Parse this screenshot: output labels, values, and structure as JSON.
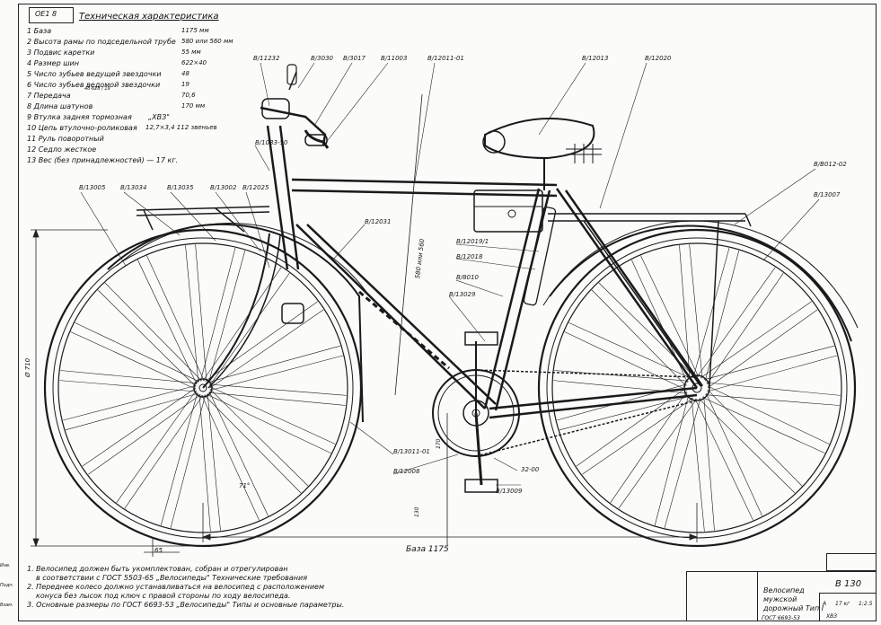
{
  "stamp": "OE1 8",
  "spec_title": "Техническая характеристика",
  "specs": [
    {
      "label": "1 База",
      "value": "1175 мм"
    },
    {
      "label": "2 Высота рамы по подседельной трубе",
      "value": "580 или 560 мм"
    },
    {
      "label": "3 Подвис каретки",
      "value": "55 мм"
    },
    {
      "label": "4 Размер шин",
      "value": "622×40"
    },
    {
      "label": "5 Число зубьев ведущей звездочки",
      "value": "48"
    },
    {
      "label": "6 Число зубьев ведомой звездочки",
      "value": "19"
    },
    {
      "label": "7 Передача",
      "value": "70,6"
    },
    {
      "label": "8 Длина шатунов",
      "value": "170 мм"
    },
    {
      "label": "9 Втулка задняя тормозная",
      "value": "„ХВЗ\""
    },
    {
      "label": "10 Цепь втулочно-роликовая",
      "value": "12,7×3,4   112 звеньев"
    },
    {
      "label": "11 Руль поворотный",
      "value": ""
    },
    {
      "label": "12 Седло жесткое",
      "value": ""
    },
    {
      "label": "13 Вес (без принадлежностей) — 17 кг.",
      "value": ""
    }
  ],
  "gear_fraction": "48·628 / 19",
  "callouts": {
    "top": [
      "B/11232",
      "B/3030",
      "B/3017",
      "B/11003",
      "B/12011-01",
      "B/12013",
      "B/12020"
    ],
    "left": [
      "B/13005",
      "B/13034",
      "B/13035",
      "B/13002",
      "B/12025"
    ],
    "right": [
      "B/B012-02",
      "B/13007"
    ],
    "mid": [
      "B/1033-50",
      "B/12031",
      "B/12019/1",
      "B/12018",
      "B/8010",
      "B/13029",
      "B/13011-01",
      "B/12008",
      "B/13009",
      "32-00"
    ]
  },
  "dims": {
    "wheelbase": "База 1175",
    "height": "Ø 710",
    "frame": "580 или 560",
    "crank": "170",
    "ground": "130",
    "offset": "65",
    "angle": "71°"
  },
  "notes": [
    "1. Велосипед должен быть укомплектован, собран и отрегулирован",
    "в соответствии с ГОСТ 5503-65 „Велосипеды\" Технические требования",
    "2. Переднее колесо должно устанавливаться на велосипед с расположением",
    "конуса без лысок под ключ с правой стороны по ходу велосипеда.",
    "3. Основные размеры по ГОСТ 6693-53 „Велосипеды\" Типы и основные параметры."
  ],
  "title_block": {
    "code": "В 130",
    "name_1": "Велосипед",
    "name_2": "мужской",
    "name_3": "дорожный Тип I",
    "gost": "ГОСТ 6693-53",
    "lit": "А",
    "mass": "17 кг",
    "scale": "1:2.5",
    "plant": "ХВЗ"
  },
  "margin_marks": [
    "Инв.",
    "Подп.",
    "Взам."
  ]
}
